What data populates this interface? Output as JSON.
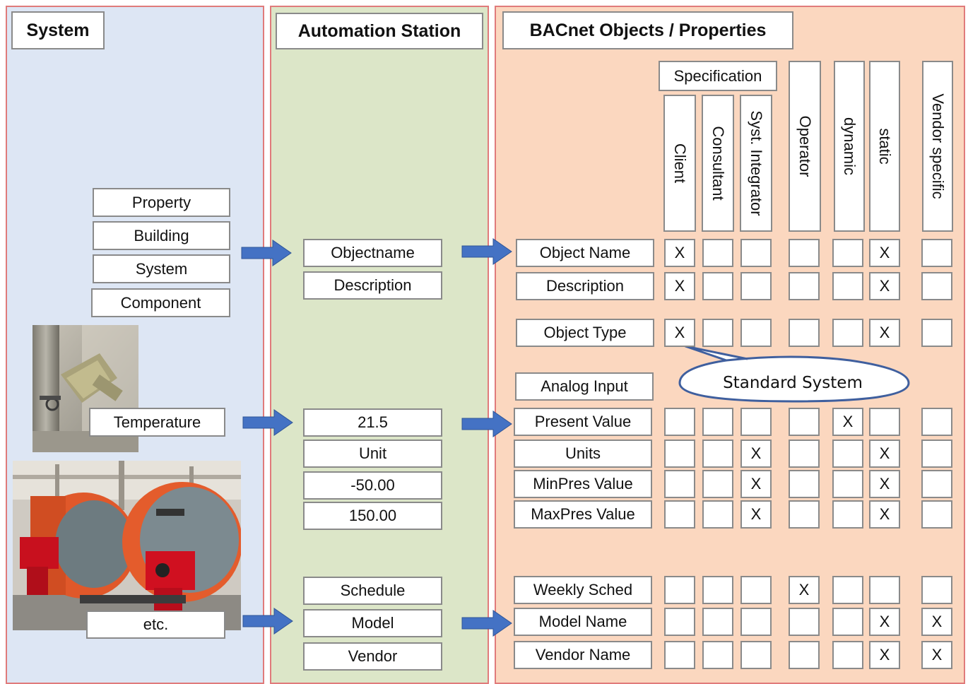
{
  "panels": {
    "system_title": "System",
    "automation_title": "Automation Station",
    "bacnet_title": "BACnet Objects / Properties"
  },
  "system_items": {
    "property": "Property",
    "building": "Building",
    "system": "System",
    "component": "Component",
    "temperature": "Temperature",
    "etc": "etc."
  },
  "automation_items": {
    "objectname": "Objectname",
    "description": "Description",
    "value": "21.5",
    "unit": "Unit",
    "min": "-50.00",
    "max": "150.00",
    "schedule": "Schedule",
    "model": "Model",
    "vendor": "Vendor"
  },
  "bacnet": {
    "specification": "Specification",
    "columns": [
      "Client",
      "Consultant",
      "Syst. Integrator",
      "Operator",
      "dynamic",
      "static",
      "Vendor specific"
    ],
    "callout": "Standard System",
    "analog_input": "Analog Input",
    "rows": [
      {
        "label": "Object Name",
        "marks": [
          "X",
          "",
          "",
          "",
          "",
          "X",
          ""
        ]
      },
      {
        "label": "Description",
        "marks": [
          "X",
          "",
          "",
          "",
          "",
          "X",
          ""
        ]
      },
      {
        "label": "Object Type",
        "marks": [
          "X",
          "",
          "",
          "",
          "",
          "X",
          ""
        ]
      },
      {
        "label": "Present Value",
        "marks": [
          "",
          "",
          "",
          "",
          "X",
          "",
          ""
        ]
      },
      {
        "label": "Units",
        "marks": [
          "",
          "",
          "X",
          "",
          "",
          "X",
          ""
        ]
      },
      {
        "label": "MinPres Value",
        "marks": [
          "",
          "",
          "X",
          "",
          "",
          "X",
          ""
        ]
      },
      {
        "label": "MaxPres Value",
        "marks": [
          "",
          "",
          "X",
          "",
          "",
          "X",
          ""
        ]
      },
      {
        "label": "Weekly Sched",
        "marks": [
          "",
          "",
          "",
          "X",
          "",
          "",
          ""
        ]
      },
      {
        "label": "Model Name",
        "marks": [
          "",
          "",
          "",
          "",
          "",
          "X",
          "X"
        ]
      },
      {
        "label": "Vendor Name",
        "marks": [
          "",
          "",
          "",
          "",
          "",
          "X",
          "X"
        ]
      }
    ]
  },
  "colors": {
    "system_bg": "#dde6f4",
    "automation_bg": "#dce6c8",
    "bacnet_bg": "#fbd7bf",
    "arrow": "#4472c4",
    "callout_stroke": "#3f5f9e"
  }
}
